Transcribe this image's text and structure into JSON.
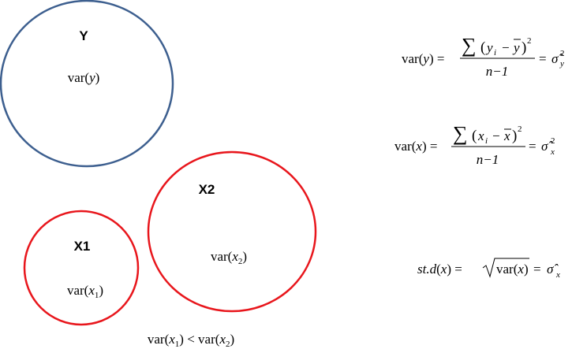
{
  "circles": {
    "y": {
      "label": "Y",
      "variance_func": "var",
      "variance_arg": "y",
      "stroke": "#3d5f8f"
    },
    "x1": {
      "label": "X1",
      "variance_func": "var",
      "variance_arg": "x",
      "variance_sub": "1",
      "stroke": "#e8161c"
    },
    "x2": {
      "label": "X2",
      "variance_func": "var",
      "variance_arg": "x",
      "variance_sub": "2",
      "stroke": "#e8161c"
    }
  },
  "comparison": {
    "func": "var",
    "arg": "x",
    "left_sub": "1",
    "relation": "<",
    "right_sub": "2"
  },
  "formulas": {
    "var_y": {
      "lhs_func": "var",
      "lhs_arg": "y",
      "sum": "∑",
      "var": "y",
      "sub": "i",
      "minus": "−",
      "mean": "y",
      "power": "2",
      "denominator": "n−1",
      "rhs": "σ̂",
      "rhs_power": "2",
      "rhs_sub": "y",
      "eq": "="
    },
    "var_x": {
      "lhs_func": "var",
      "lhs_arg": "x",
      "sum": "∑",
      "var": "x",
      "sub": "i",
      "minus": "−",
      "mean": "x",
      "power": "2",
      "denominator": "n−1",
      "rhs": "σ̂",
      "rhs_power": "2",
      "rhs_sub": "x",
      "eq": "="
    },
    "sd_x": {
      "lhs": "st.d",
      "lhs_arg": "x",
      "radicand_func": "var",
      "radicand_arg": "x",
      "rhs": "σ̂",
      "rhs_sub": "x",
      "eq": "="
    }
  }
}
